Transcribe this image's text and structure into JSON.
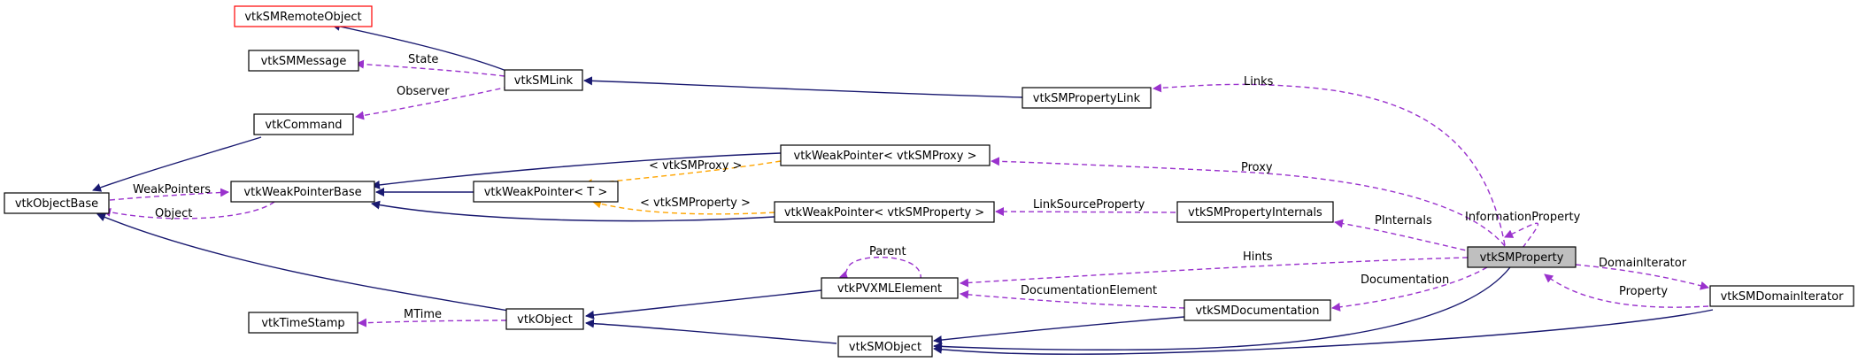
{
  "nodes": {
    "remote_object": "vtkSMRemoteObject",
    "message": "vtkSMMessage",
    "link": "vtkSMLink",
    "property_link": "vtkSMPropertyLink",
    "command": "vtkCommand",
    "object_base": "vtkObjectBase",
    "weak_pointer_base": "vtkWeakPointerBase",
    "weak_pointer_t": "vtkWeakPointer< T >",
    "weak_pointer_proxy": "vtkWeakPointer< vtkSMProxy >",
    "weak_pointer_property": "vtkWeakPointer< vtkSMProperty >",
    "property_internals": "vtkSMPropertyInternals",
    "sm_property": "vtkSMProperty",
    "pvxml_element": "vtkPVXMLElement",
    "sm_documentation": "vtkSMDocumentation",
    "domain_iterator": "vtkSMDomainIterator",
    "timestamp": "vtkTimeStamp",
    "vtk_object": "vtkObject",
    "sm_object": "vtkSMObject"
  },
  "edge_labels": {
    "state": "State",
    "observer": "Observer",
    "links": "Links",
    "weak_pointers": "WeakPointers",
    "object": "Object",
    "proxy_template": "< vtkSMProxy >",
    "property_template": "< vtkSMProperty >",
    "proxy": "Proxy",
    "link_source_property": "LinkSourceProperty",
    "pinternals": "PInternals",
    "information_property": "InformationProperty",
    "parent": "Parent",
    "hints": "Hints",
    "domain_iterator": "DomainIterator",
    "documentation_element": "DocumentationElement",
    "documentation": "Documentation",
    "property": "Property",
    "mtime": "MTime"
  },
  "colors": {
    "inheritance": "#191970",
    "usage": "#9a32cd",
    "template": "#ffa500",
    "focus_fill": "#bfbfbf",
    "external_border": "#ff0000"
  }
}
